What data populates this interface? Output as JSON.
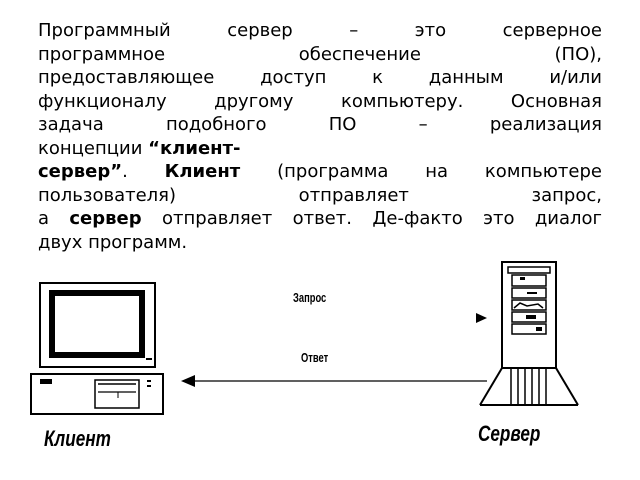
{
  "paragraph": {
    "line1": "Программный сервер – это серверное",
    "line2": "программное обеспечение (ПО),",
    "line3": "предоставляющее доступ к данным и/или",
    "line4": "функционалу другому компьютеру. Основная",
    "line5": "задача подобного ПО – реализация",
    "line6_text": "концепции ",
    "line6_bold": "“клиент-",
    "line7_bold1": "сервер”",
    "line7_text1": ". ",
    "line7_bold2": "Клиент",
    "line7_text2": " (программа на компьютере",
    "line8": "пользователя) отправляет запрос,",
    "line9_text1": "а ",
    "line9_bold": "сервер",
    "line9_text2": " отправляет ответ. Де-факто это диалог",
    "line10": "двух программ."
  },
  "diagram": {
    "request_label": "Запрос",
    "response_label": "Ответ",
    "client_label": "Клиент",
    "server_label": "Сервер"
  }
}
